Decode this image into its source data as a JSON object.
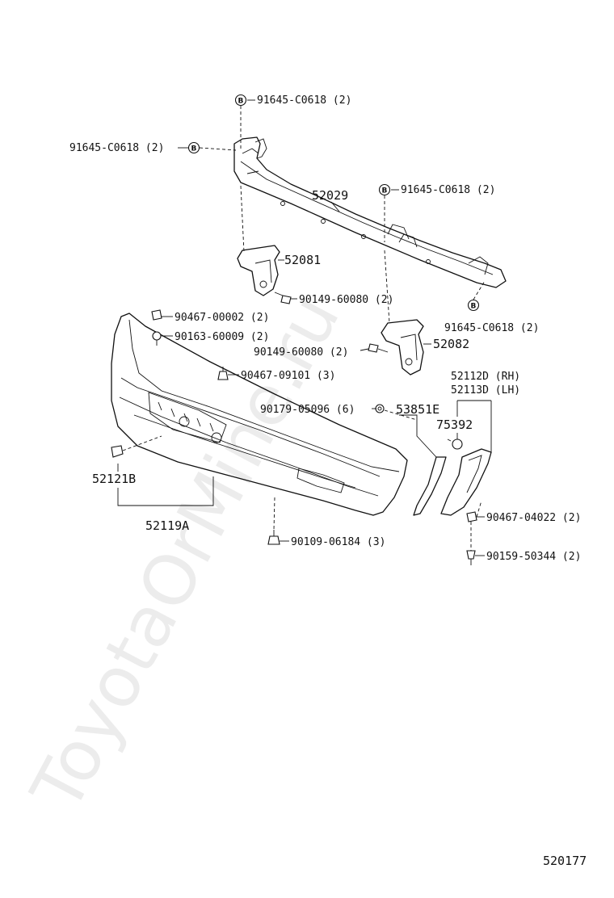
{
  "watermark": "ToyotaOrMine.ru",
  "diagram_number": "520177",
  "labels": {
    "bolt_b_top": "91645-C0618 (2)",
    "bolt_b_left": "91645-C0618 (2)",
    "bolt_b_mid": "91645-C0618 (2)",
    "bolt_b_right": "91645-C0618 (2)",
    "reinforcement": "52029",
    "bracket_left": "52081",
    "bracket_right": "52082",
    "bolt_left": "90149-60080 (2)",
    "bolt_right": "90149-60080 (2)",
    "clip_top": "90467-00002 (2)",
    "screw_top": "90163-60009 (2)",
    "clip_mid": "90467-09101 (3)",
    "nut": "90179-05096 (6)",
    "moulding": "53851E",
    "extension_rh": "52112D (RH)",
    "extension_lh": "52113D (LH)",
    "retainer": "75392",
    "clip_ext": "90467-04022 (2)",
    "screw_ext": "90159-50344 (2)",
    "clip_bottom": "90109-06184 (3)",
    "cover_plug": "52121B",
    "bumper_cover": "52119A"
  },
  "marker": "B"
}
